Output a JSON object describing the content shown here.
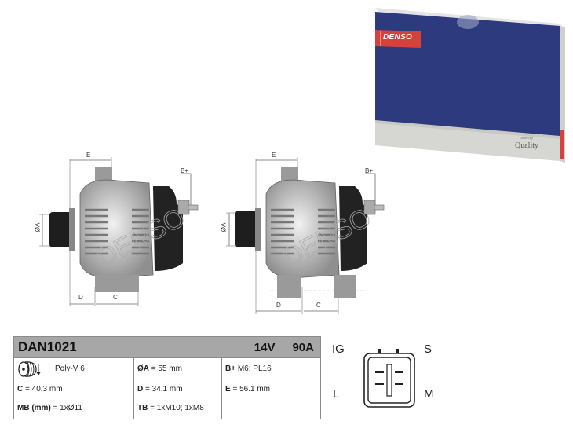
{
  "product_box": {
    "brand": "DENSO",
    "tagline_small": "Driven by",
    "tagline": "Quality",
    "colors": {
      "box_blue": "#2d3a7e",
      "brand_red": "#d6423b",
      "box_grey": "#d6d6d2"
    }
  },
  "drawings": [
    {
      "id": "front-view",
      "labels": {
        "e": "E",
        "b_plus": "B+",
        "a": "ØA",
        "d": "D",
        "c": "C"
      },
      "watermark": "DENSO"
    },
    {
      "id": "side-view",
      "labels": {
        "e": "E",
        "b_plus": "B+",
        "a": "ØA",
        "d": "D",
        "c": "C"
      },
      "watermark": "DENSO"
    }
  ],
  "spec_table": {
    "part_number": "DAN1021",
    "voltage": "14V",
    "amperage": "90A",
    "pulley_icon": "pulley-icon",
    "pulley_type": "Poly-V 6",
    "rows": {
      "c": {
        "key": "C",
        "value": "= 40.3 mm"
      },
      "mb": {
        "key": "MB (mm)",
        "value": "= 1xØ11"
      },
      "a": {
        "key": "ØA",
        "value": "= 55 mm"
      },
      "d": {
        "key": "D",
        "value": "= 34.1 mm"
      },
      "tb": {
        "key": "TB",
        "value": "= 1xM10; 1xM8"
      },
      "b_plus": {
        "key": "B+",
        "value": "M6; PL16"
      },
      "e": {
        "key": "E",
        "value": "= 56.1 mm"
      }
    },
    "colors": {
      "header_bg": "#a7a7a7",
      "border": "#8a8a8a"
    }
  },
  "connector": {
    "icon": "connector-plug-icon",
    "terminals": {
      "top_left": "IG",
      "top_right": "S",
      "bottom_left": "L",
      "bottom_right": "M"
    }
  }
}
